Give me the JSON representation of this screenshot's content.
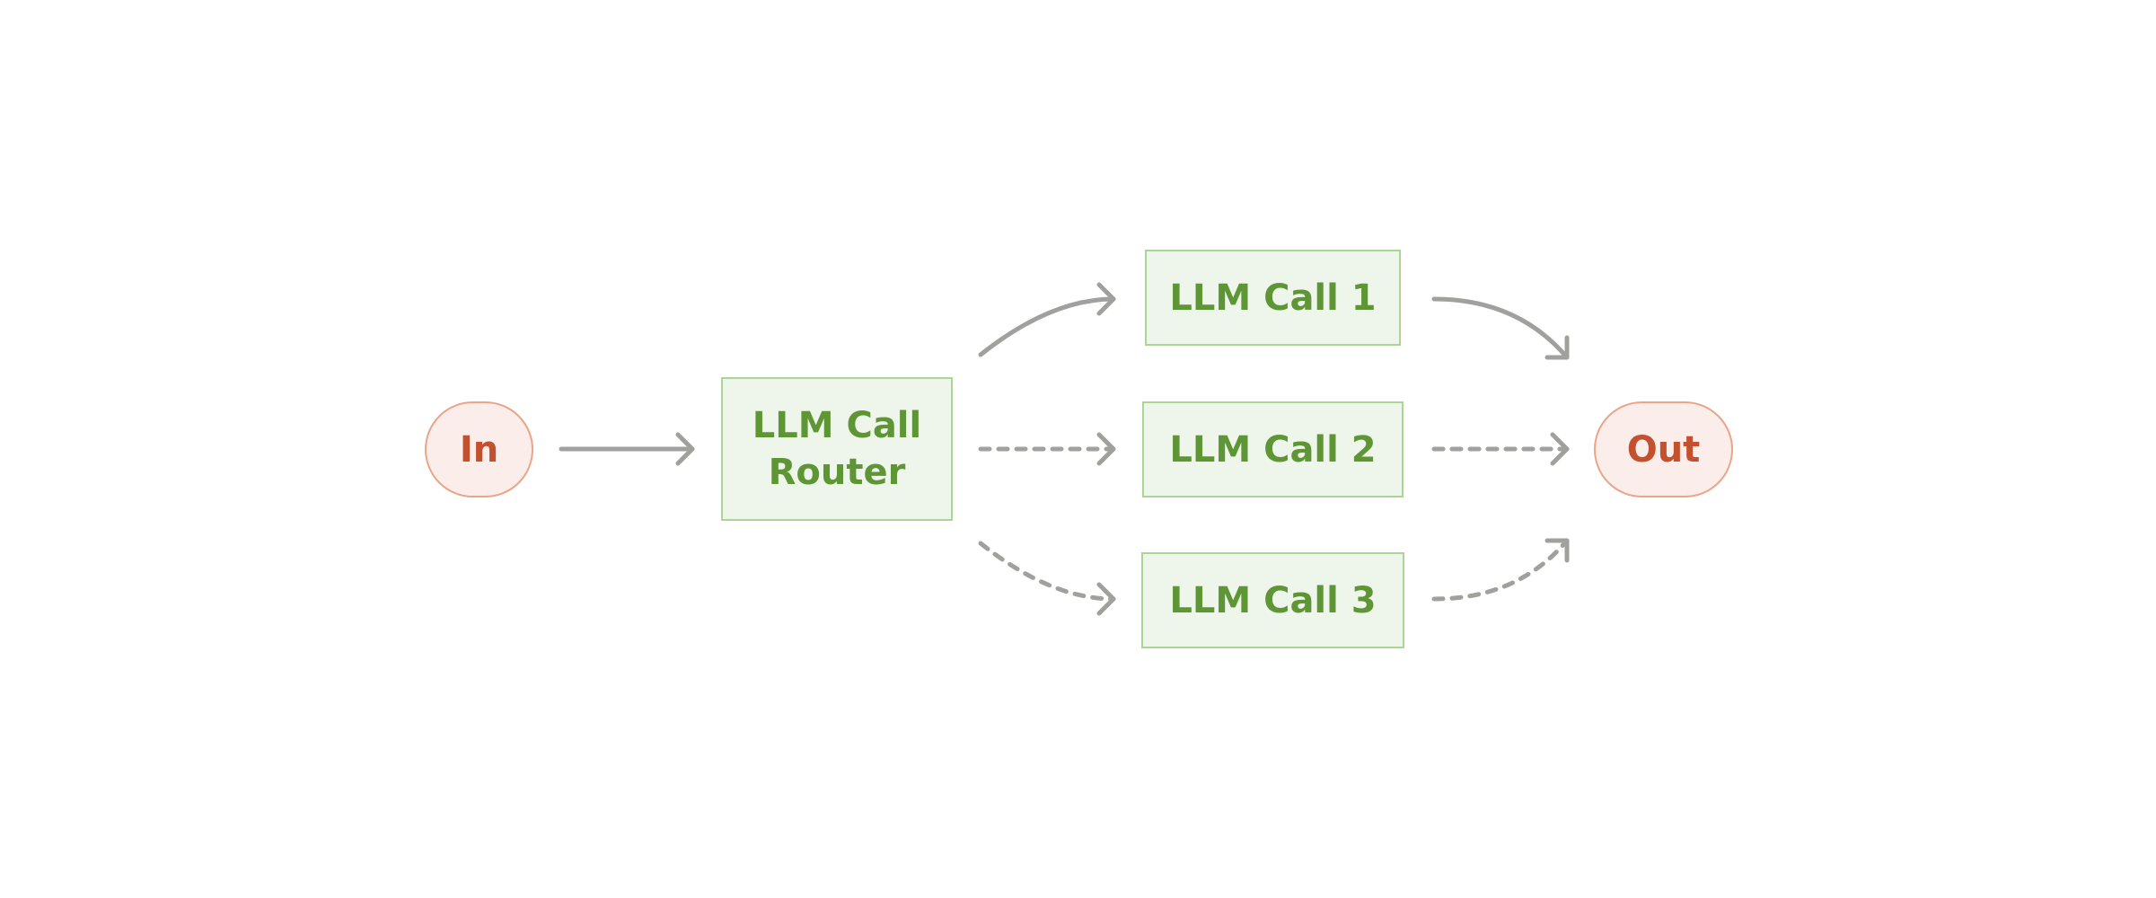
{
  "diagram": {
    "input": {
      "label": "In"
    },
    "output": {
      "label": "Out"
    },
    "router": {
      "label_line1": "LLM Call",
      "label_line2": "Router"
    },
    "calls": [
      {
        "label": "LLM Call 1"
      },
      {
        "label": "LLM Call 2"
      },
      {
        "label": "LLM Call 3"
      }
    ],
    "colors": {
      "terminal_border": "#EBA489",
      "terminal_fill": "#FBEEEA",
      "terminal_text": "#C3502E",
      "llm_border": "#A9D793",
      "llm_fill": "#EEF5EA",
      "llm_text": "#5F9635",
      "arrow": "#A0A09D"
    }
  }
}
